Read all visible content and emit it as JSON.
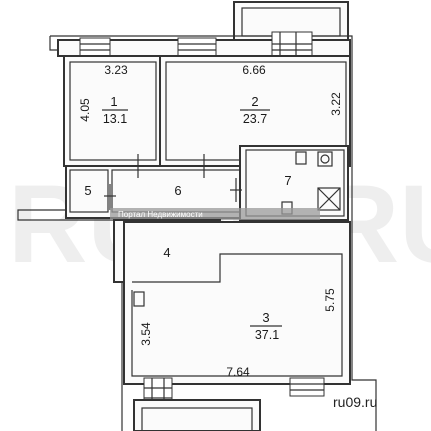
{
  "watermark": {
    "text": "RU09.RU",
    "caption": "Портал Недвижимости"
  },
  "site_label": "ru09.ru",
  "rooms": [
    {
      "number": "1",
      "area": "13.1"
    },
    {
      "number": "2",
      "area": "23.7"
    },
    {
      "number": "3",
      "area": "37.1"
    },
    {
      "number": "4"
    },
    {
      "number": "5"
    },
    {
      "number": "6"
    },
    {
      "number": "7"
    }
  ],
  "dimensions": {
    "room1_width": "3.23",
    "room1_depth": "4.05",
    "room2_width": "6.66",
    "room2_depth": "3.22",
    "room3_width": "7.64",
    "room3_depth_left": "3.54",
    "room3_depth_right": "5.75"
  }
}
